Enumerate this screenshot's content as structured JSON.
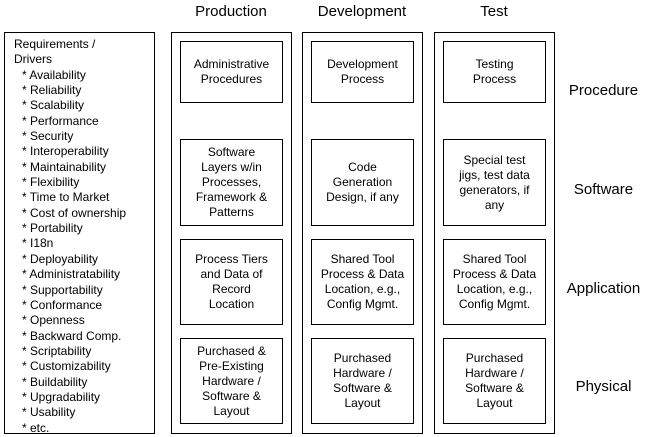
{
  "requirements": {
    "title": "Requirements /\nDrivers",
    "items": [
      "* Availability",
      "* Reliability",
      "* Scalability",
      "* Performance",
      "* Security",
      "* Interoperability",
      "* Maintainability",
      "* Flexibility",
      "* Time to Market",
      "* Cost of ownership",
      "* Portability",
      "* I18n",
      "* Deployability",
      "* Administratability",
      "* Supportability",
      "* Conformance",
      "* Openness",
      "* Backward Comp.",
      "* Scriptability",
      "* Customizability",
      "* Buildability",
      "* Upgradability",
      "* Usability",
      "* etc."
    ]
  },
  "columns": [
    {
      "header": "Production",
      "cells": [
        "Administrative\nProcedures",
        "Software\nLayers w/in\nProcesses,\nFramework &\nPatterns",
        "Process Tiers\nand Data of\nRecord\nLocation",
        "Purchased &\nPre-Existing\nHardware /\nSoftware &\nLayout"
      ]
    },
    {
      "header": "Development",
      "cells": [
        "Development\nProcess",
        "Code\nGeneration\nDesign, if any",
        "Shared Tool\nProcess & Data\nLocation, e.g.,\nConfig Mgmt.",
        "Purchased\nHardware /\nSoftware &\nLayout"
      ]
    },
    {
      "header": "Test",
      "cells": [
        "Testing\nProcess",
        "Special test\njigs, test data\ngenerators, if\nany",
        "Shared Tool\nProcess & Data\nLocation, e.g.,\nConfig Mgmt.",
        "Purchased\nHardware /\nSoftware &\nLayout"
      ]
    }
  ],
  "row_labels": [
    "Procedure",
    "Software",
    "Application",
    "Physical"
  ]
}
